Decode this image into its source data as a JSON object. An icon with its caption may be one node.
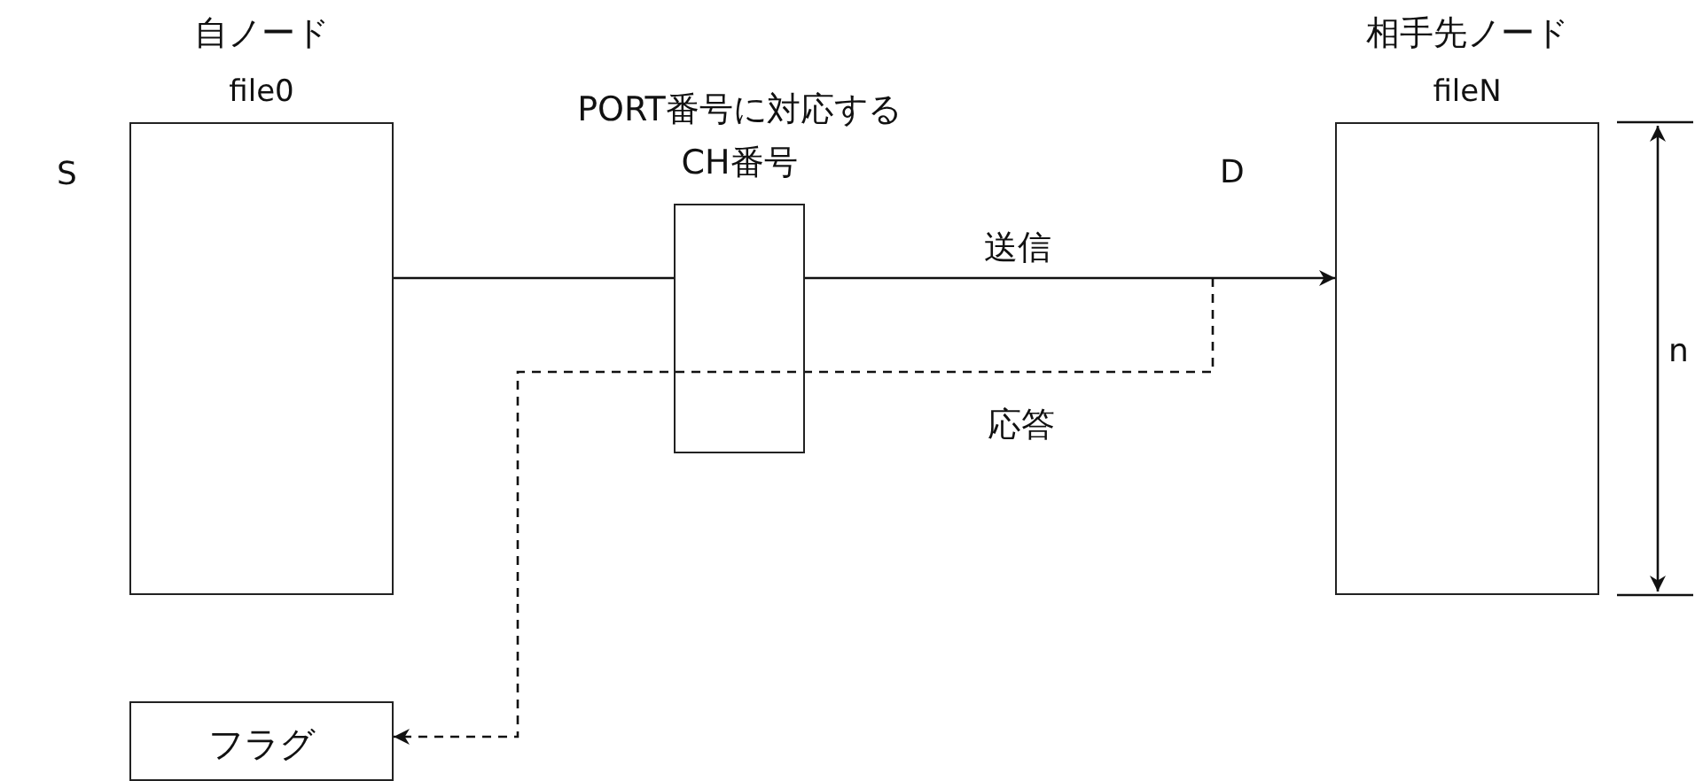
{
  "diagram": {
    "nodes": [
      {
        "text": [
          "自ノード",
          "file0"
        ]
      },
      {
        "text": [
          "PORT番号に対応する CH番号"
        ]
      },
      {
        "text": [
          "相手先ノード",
          "fileN"
        ]
      },
      {
        "text": [
          "フラグ"
        ]
      }
    ],
    "edges": [
      {
        "from": 0,
        "to": 1,
        "arrow": "none"
      },
      {
        "from": 1,
        "to": 2,
        "arrow": "to",
        "label": "送信"
      },
      {
        "from": null,
        "to": 3,
        "arrow": "to",
        "style": "dashed",
        "label": "応答"
      }
    ],
    "labels": [
      "S",
      "D",
      "n"
    ]
  }
}
